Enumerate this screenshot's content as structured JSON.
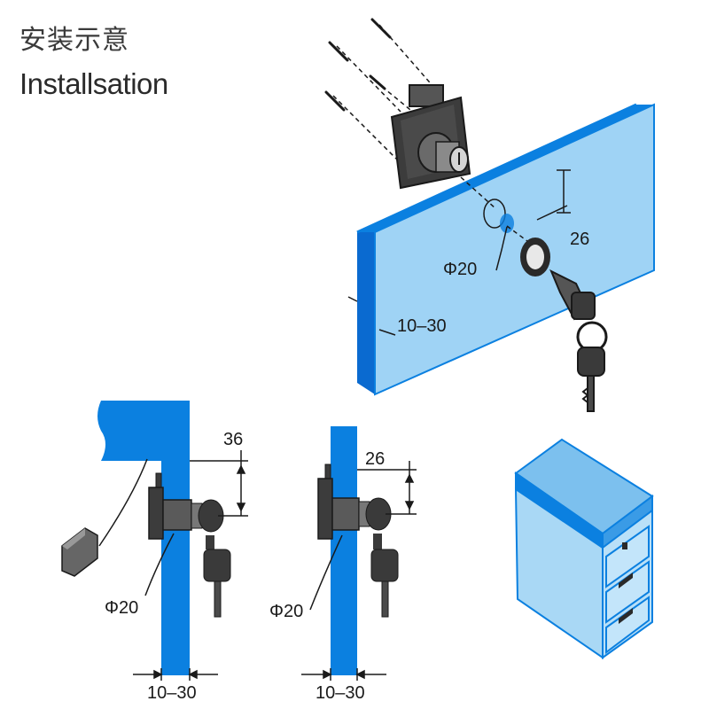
{
  "title": {
    "chinese": "安装示意",
    "english": "Installsation"
  },
  "perspective_view": {
    "labels": {
      "hole_diameter": "Φ20",
      "height_dim": "26",
      "thickness": "10–30"
    }
  },
  "side_view_left": {
    "labels": {
      "height_dim": "36",
      "hole_diameter": "Φ20",
      "thickness": "10–30"
    }
  },
  "side_view_right": {
    "labels": {
      "height_dim": "26",
      "hole_diameter": "Φ20",
      "thickness": "10–30"
    }
  },
  "colors": {
    "panel_blue": "#0b80e0",
    "panel_light": "#9fd3f5",
    "panel_side": "#0a6ad0",
    "lock_dark": "#3c3c3c",
    "cabinet_light": "#a9d8f5"
  }
}
